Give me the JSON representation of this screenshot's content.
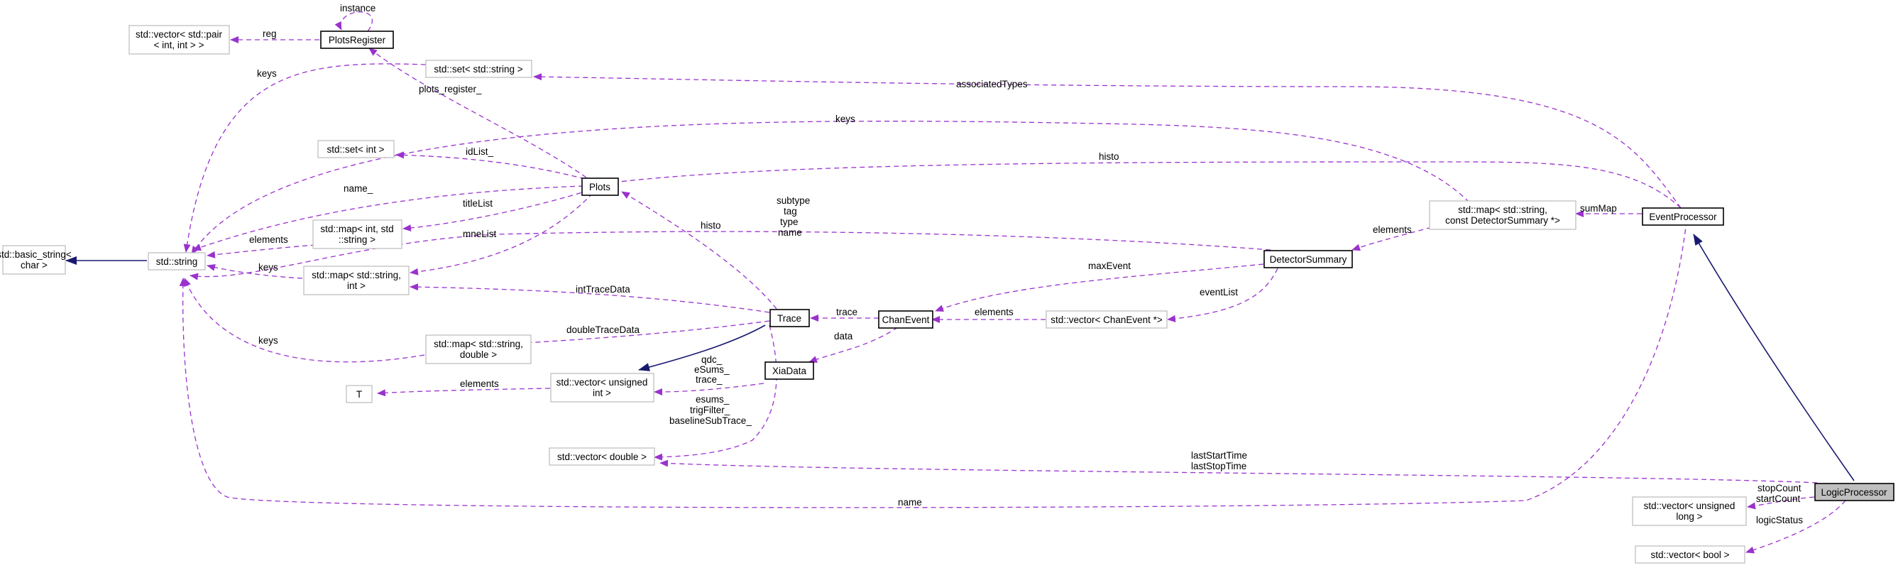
{
  "colors": {
    "association": "#9a32cd",
    "inheritance": "#191970",
    "focus_fill": "#bfbfbf",
    "node_border": "#bfbfbf"
  },
  "nodes": {
    "logic_processor": "LogicProcessor",
    "event_processor": "EventProcessor",
    "plots_register": "PlotsRegister",
    "plots": "Plots",
    "trace": "Trace",
    "chan_event": "ChanEvent",
    "xia_data": "XiaData",
    "detector_summary": "DetectorSummary",
    "std_string": "std::string",
    "basic_string": [
      "std::basic_string<",
      "char >"
    ],
    "vector_pair": [
      "std::vector< std::pair",
      "< int, int > >"
    ],
    "set_string": "std::set< std::string >",
    "set_int": "std::set< int >",
    "map_int_string": [
      "std::map< int, std",
      "::string >"
    ],
    "map_string_int": [
      "std::map< std::string,",
      "int >"
    ],
    "map_string_double": [
      "std::map< std::string,",
      "double >"
    ],
    "t": "T",
    "vector_uint": [
      "std::vector< unsigned",
      "int >"
    ],
    "vector_double": "std::vector< double >",
    "map_summary": [
      "std::map< std::string,",
      "const DetectorSummary *>"
    ],
    "vector_chanevent": "std::vector< ChanEvent *>",
    "vector_ulong": [
      "std::vector< unsigned",
      "long >"
    ],
    "vector_bool": "std::vector< bool >"
  },
  "edges": {
    "reg": "reg",
    "instance": "instance",
    "keys_set": "keys",
    "plots_register_": "plots_register_",
    "associated_types": "associatedTypes",
    "keys_map": "keys",
    "histo_ep": "histo",
    "id_list": "idList_",
    "name_": "name_",
    "title_list": "titleList",
    "elements_map_int": "elements",
    "mne_list": "mneList",
    "keys_string_int": "keys",
    "detsum_names": [
      "subtype",
      "tag",
      "type",
      "name"
    ],
    "histo_trace": "histo",
    "int_trace_data": "intTraceData",
    "double_trace_data": "doubleTraceData",
    "keys_string_double": "keys",
    "elements_t": "elements",
    "trace_vec_uint": [
      "qdc_",
      "eSums_",
      "trace_"
    ],
    "trace_vec_double": [
      "esums_",
      "trigFilter_",
      "baselineSubTrace_"
    ],
    "trace_chan": "trace",
    "data": "data",
    "elements_chan": "elements",
    "max_event": "maxEvent",
    "event_list": "eventList",
    "elements_summary": "elements",
    "sum_map": "sumMap",
    "start_stop_time": [
      "lastStartTime",
      "lastStopTime"
    ],
    "name_lp": "name",
    "counts": [
      "stopCount",
      "startCount"
    ],
    "logic_status": "logicStatus"
  }
}
